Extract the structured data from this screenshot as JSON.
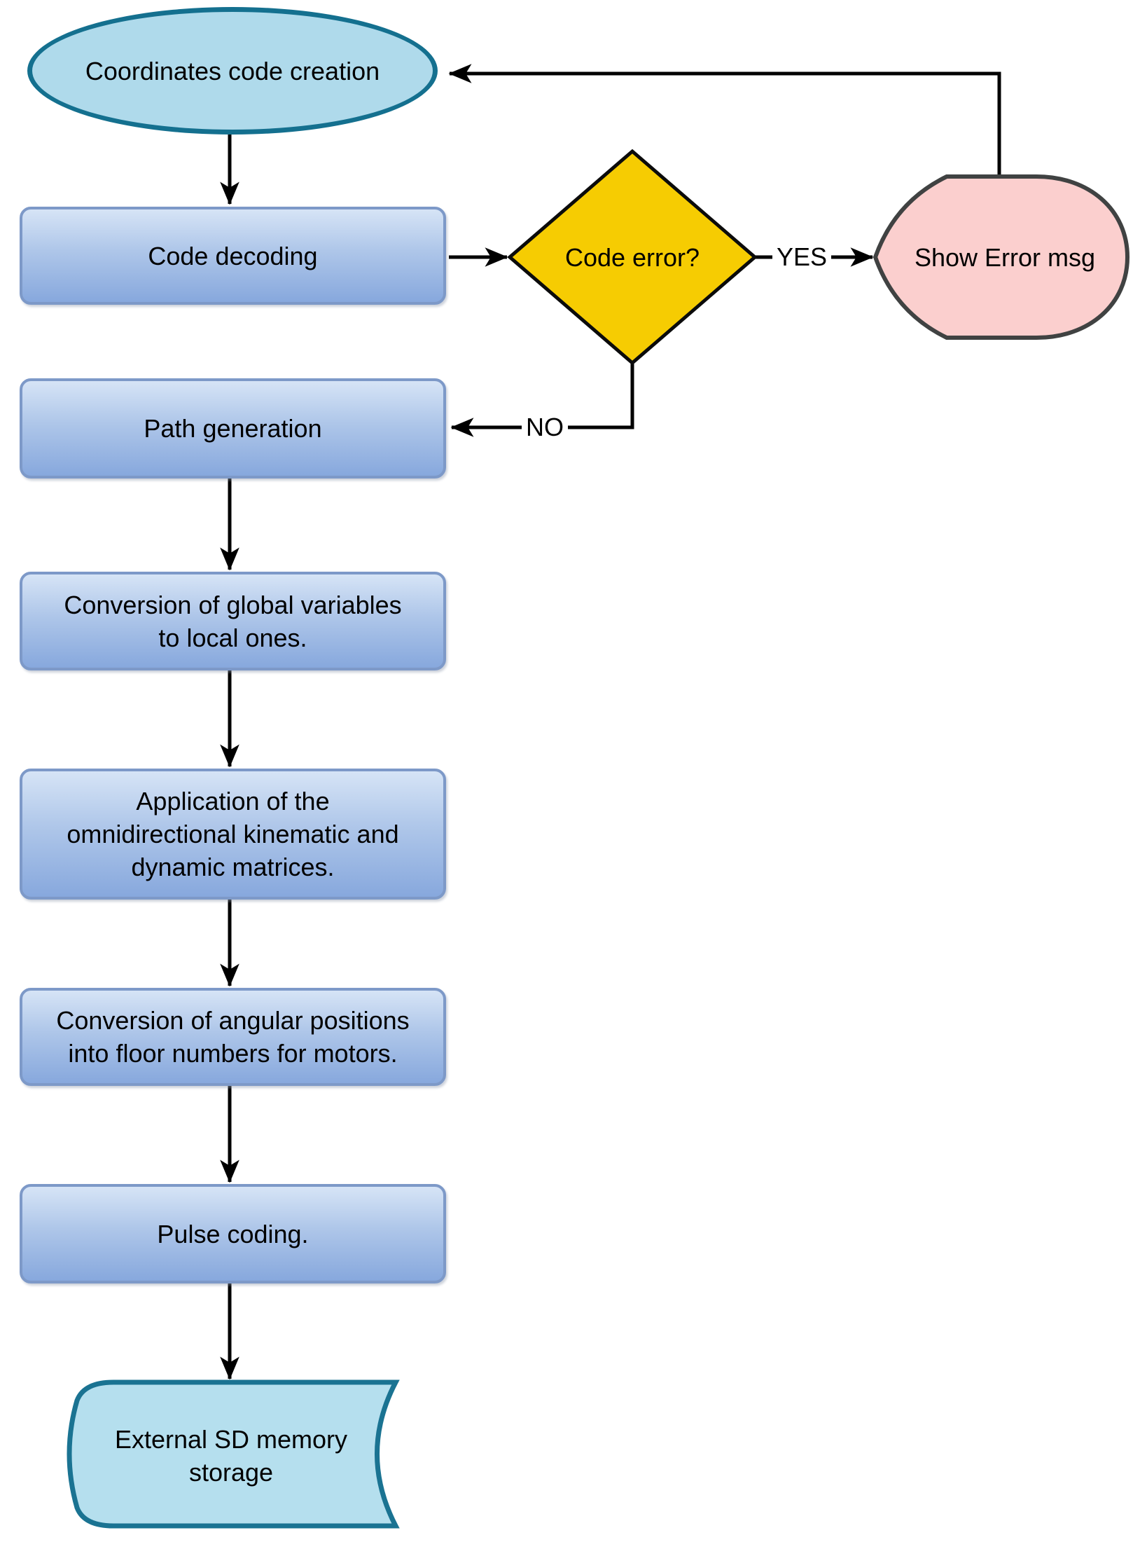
{
  "diagram": {
    "type": "flowchart",
    "nodes": {
      "start": {
        "shape": "terminator-ellipse",
        "lines": [
          "Coordinates code creation"
        ]
      },
      "code_decoding": {
        "shape": "process",
        "lines": [
          "Code decoding"
        ]
      },
      "code_error": {
        "shape": "decision-diamond",
        "lines": [
          "Code error?"
        ]
      },
      "show_error": {
        "shape": "display",
        "lines": [
          "Show Error msg"
        ]
      },
      "path_generation": {
        "shape": "process",
        "lines": [
          "Path generation"
        ]
      },
      "conversion_global": {
        "shape": "process",
        "lines": [
          "Conversion of global variables",
          "to local ones."
        ]
      },
      "application_matrices": {
        "shape": "process",
        "lines": [
          "Application of the",
          "omnidirectional kinematic and",
          "dynamic matrices."
        ]
      },
      "conversion_angular": {
        "shape": "process",
        "lines": [
          "Conversion of angular positions",
          "into floor numbers for motors."
        ]
      },
      "pulse_coding": {
        "shape": "process",
        "lines": [
          "Pulse coding."
        ]
      },
      "sd_storage": {
        "shape": "stored-data",
        "lines": [
          "External SD memory",
          "storage"
        ]
      }
    },
    "edges": [
      {
        "from": "start",
        "to": "code_decoding",
        "label": ""
      },
      {
        "from": "code_decoding",
        "to": "code_error",
        "label": ""
      },
      {
        "from": "code_error",
        "to": "show_error",
        "label": "YES"
      },
      {
        "from": "show_error",
        "to": "start",
        "label": ""
      },
      {
        "from": "code_error",
        "to": "path_generation",
        "label": "NO"
      },
      {
        "from": "path_generation",
        "to": "conversion_global",
        "label": ""
      },
      {
        "from": "conversion_global",
        "to": "application_matrices",
        "label": ""
      },
      {
        "from": "application_matrices",
        "to": "conversion_angular",
        "label": ""
      },
      {
        "from": "conversion_angular",
        "to": "pulse_coding",
        "label": ""
      },
      {
        "from": "pulse_coding",
        "to": "sd_storage",
        "label": ""
      }
    ],
    "colors": {
      "terminator_fill": "#AFDAEB",
      "terminator_border": "#14708F",
      "process_fill_top": "#D6E4F6",
      "process_fill_bottom": "#87A8DD",
      "process_border": "#7D99C8",
      "decision_fill": "#F6CC02",
      "decision_border": "#0B0B0B",
      "display_fill": "#FBCFCE",
      "display_border": "#404242",
      "stored_fill": "#B5DFEE",
      "stored_border": "#1A7392",
      "connector": "#000000",
      "text": "#000000"
    }
  }
}
